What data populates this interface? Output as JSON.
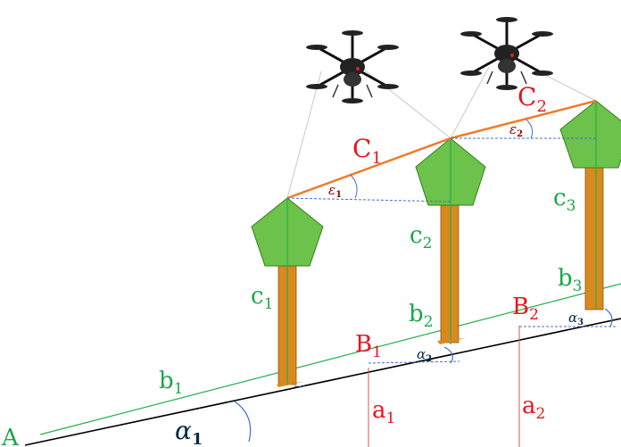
{
  "labels": {
    "A": "A",
    "alpha1": "α",
    "alpha1_sub": "1",
    "b1": "b",
    "b1_sub": "1",
    "c1": "c",
    "c1_sub": "1",
    "B1": "B",
    "B1_sub": "1",
    "a1": "a",
    "a1_sub": "1",
    "alpha2": "α",
    "alpha2_sub": "2",
    "b2": "b",
    "b2_sub": "2",
    "c2": "c",
    "c2_sub": "2",
    "B2": "B",
    "B2_sub": "2",
    "a2": "a",
    "a2_sub": "2",
    "alpha3": "α",
    "alpha3_sub": "3",
    "b3": "b",
    "b3_sub": "3",
    "c3": "c",
    "c3_sub": "3",
    "C1": "C",
    "C1_sub": "1",
    "C2": "C",
    "C2_sub": "2",
    "eps1": "ε",
    "eps1_sub": "1",
    "eps2": "ε",
    "eps2_sub": "2"
  },
  "colors": {
    "ground": "#000000",
    "green_line": "#22b14c",
    "label_green": "#1aa84a",
    "label_red": "#e8141c",
    "label_dark": "#0b2a4a",
    "label_darkred": "#8b0000",
    "crown": "#6cc24a",
    "crown_stroke": "#3a7d22",
    "trunk": "#d9891e",
    "canopy_line": "#f07b2a",
    "angle_arc": "#3f6fd1",
    "dashed": "#3f6fd1",
    "vertical": "#e05050"
  },
  "icons": {
    "drone1": "drone-icon",
    "drone2": "drone-icon"
  }
}
